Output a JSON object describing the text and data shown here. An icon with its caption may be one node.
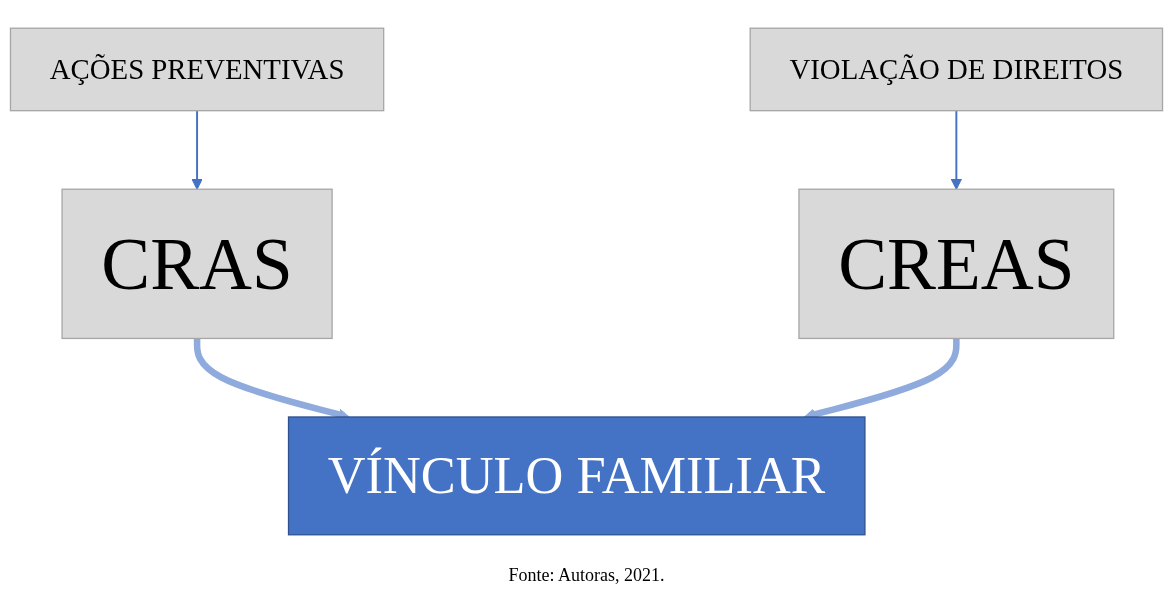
{
  "diagram": {
    "caption": "Fonte: Autoras, 2021.",
    "nodes": [
      {
        "text": [
          "AÇÕES PREVENTIVAS"
        ]
      },
      {
        "text": [
          "VIOLAÇÃO DE DIREITOS"
        ]
      },
      {
        "text": [
          "CRAS"
        ]
      },
      {
        "text": [
          "CREAS"
        ]
      },
      {
        "text": [
          "VÍNCULO FAMILIAR"
        ]
      }
    ],
    "edges": [
      {
        "from": 0,
        "to": 2,
        "arrow": "to"
      },
      {
        "from": 1,
        "to": 3,
        "arrow": "to"
      },
      {
        "from": 2,
        "to": 4,
        "arrow": "to",
        "style": "thick",
        "color": "#8faadc"
      },
      {
        "from": 3,
        "to": 4,
        "arrow": "to",
        "style": "thick",
        "color": "#8faadc"
      }
    ]
  }
}
